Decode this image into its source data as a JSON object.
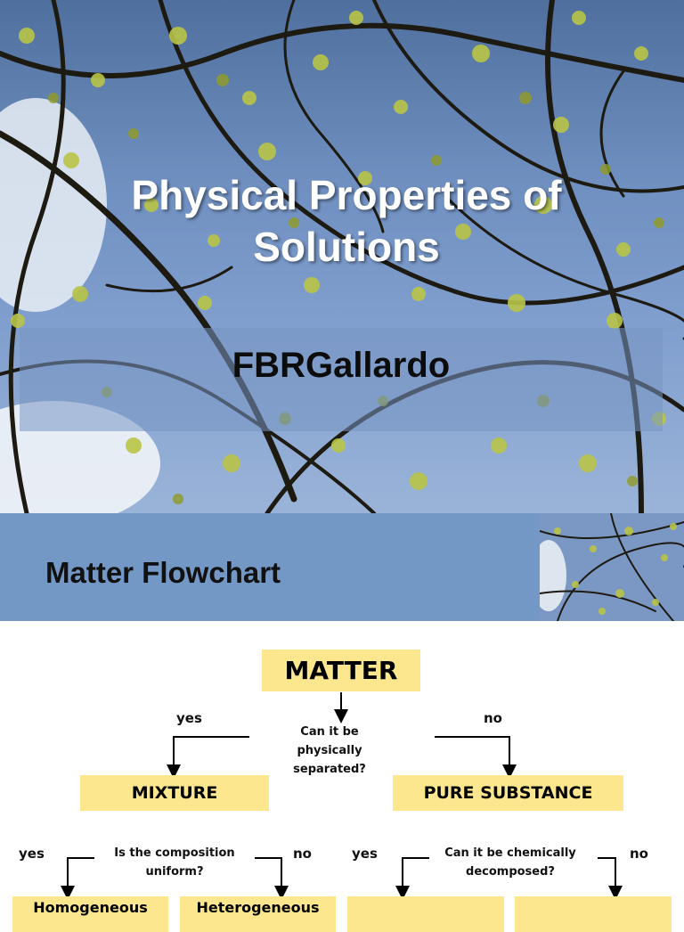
{
  "slide1": {
    "title": "Physical Properties of Solutions",
    "author": "FBRGallardo"
  },
  "slide2": {
    "heading": "Matter Flowchart",
    "flowchart": {
      "root": "MATTER",
      "question1": "Can it be physically separated?",
      "yes_label_1": "yes",
      "no_label_1": "no",
      "mixture": "MIXTURE",
      "pure_substance": "PURE SUBSTANCE",
      "question2": "Is the composition uniform?",
      "yes_label_2": "yes",
      "no_label_2": "no",
      "question3": "Can it be chemically decomposed?",
      "yes_label_3": "yes",
      "no_label_3": "no",
      "homogeneous": "Homogeneous",
      "heterogeneous": "Heterogeneous"
    }
  }
}
